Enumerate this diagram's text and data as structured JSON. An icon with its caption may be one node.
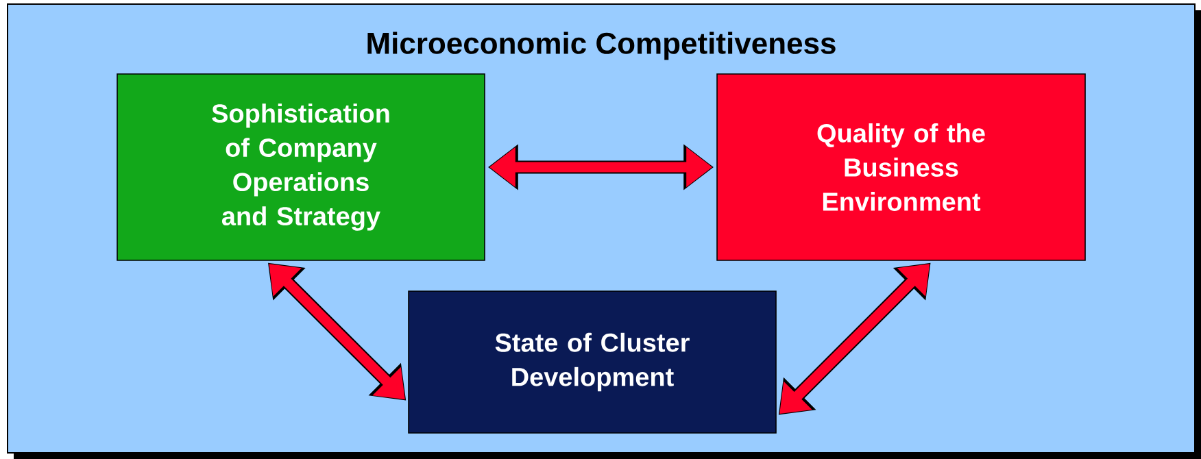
{
  "diagram": {
    "nodes": [
      {
        "text": [
          "Microeconomic Competitiveness"
        ]
      },
      {
        "text": [
          "Sophistication of Company Operations and Strategy"
        ],
        "in": 0
      },
      {
        "text": [
          "Quality of the Business Environment"
        ],
        "in": 0
      },
      {
        "text": [
          "State of Cluster Development"
        ],
        "in": 0
      }
    ],
    "edges": [
      {
        "from": 1,
        "to": 2,
        "arrow": "both"
      },
      {
        "from": 1,
        "to": 3,
        "arrow": "both"
      },
      {
        "from": 2,
        "to": 3,
        "arrow": "both"
      }
    ]
  }
}
